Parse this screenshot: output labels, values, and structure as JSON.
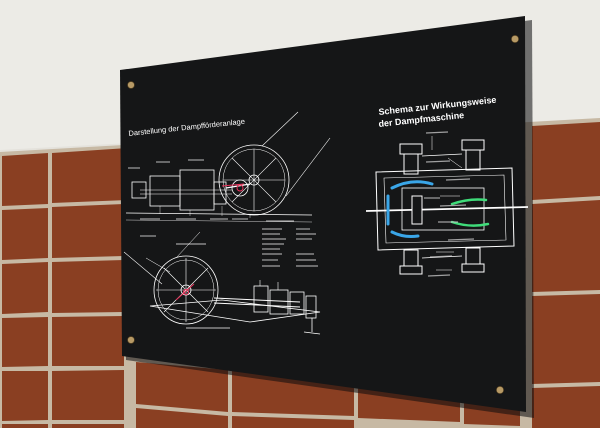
{
  "photo": {
    "wall_colors": {
      "plaster": "#ecebe6",
      "tile": "#8a3f22",
      "grout": "#c7b9a4"
    },
    "panel_color": "#151617",
    "line_color": "#ffffff",
    "accent_colors": {
      "red": "#e8325a",
      "blue": "#3aa6e8",
      "green": "#3fdc7a"
    }
  },
  "sign": {
    "left_title": "Darstellung der Dampfförderanlage",
    "right_title_line1": "Schema zur Wirkungsweise",
    "right_title_line2": "der Dampfmaschine"
  }
}
